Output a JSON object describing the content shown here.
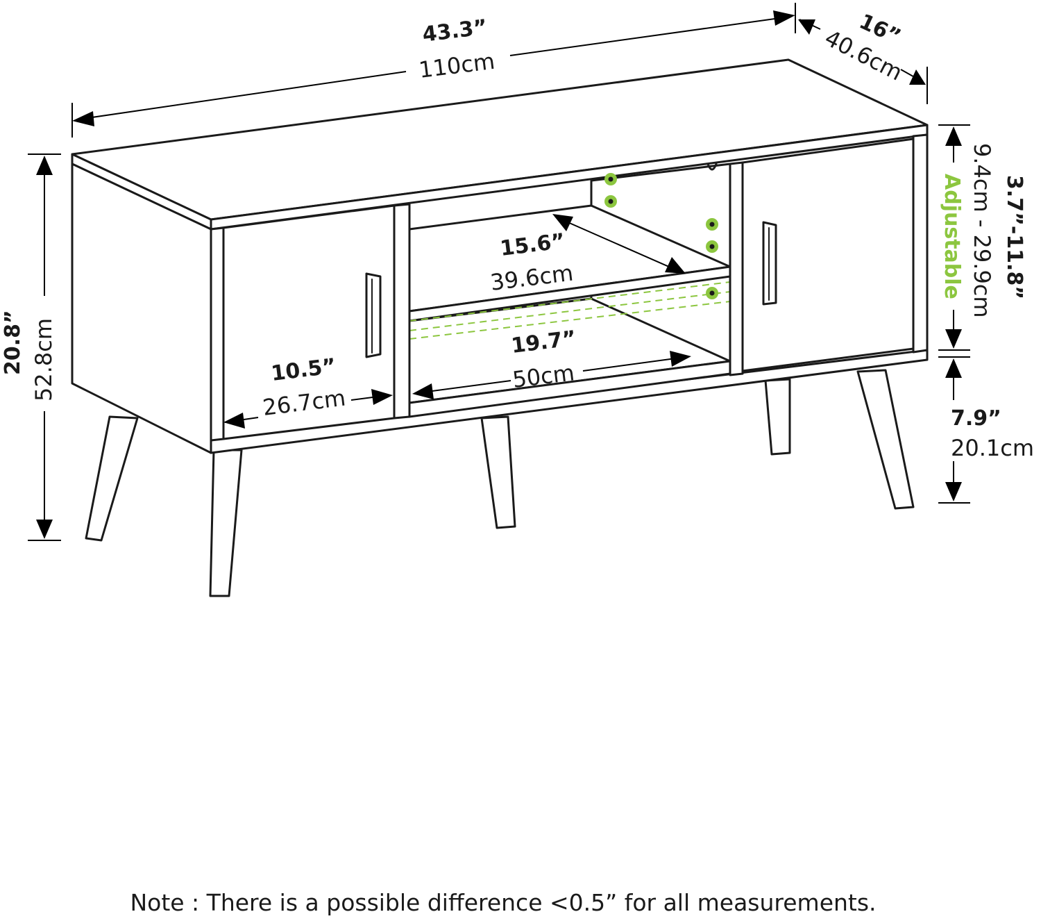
{
  "dimensions": {
    "width_in": "43.3”",
    "width_cm": "110cm",
    "depth_in": "16”",
    "depth_cm": "40.6cm",
    "height_in": "20.8”",
    "height_cm": "52.8cm",
    "cabinet_in": "10.5”",
    "cabinet_cm": "26.7cm",
    "shelf_depth_in": "15.6”",
    "shelf_depth_cm": "39.6cm",
    "shelf_width_in": "19.7”",
    "shelf_width_cm": "50cm",
    "adjustable_in": "3.7”-11.8”",
    "adjustable_cm": "9.4cm - 29.9cm",
    "adjustable_label": "Adjustable",
    "leg_in": "7.9”",
    "leg_cm": "20.1cm"
  },
  "note": "Note : There is a possible difference <0.5” for all measurements.",
  "colors": {
    "line": "#1a1a1a",
    "accent_green": "#8cc63f",
    "background": "#ffffff"
  }
}
